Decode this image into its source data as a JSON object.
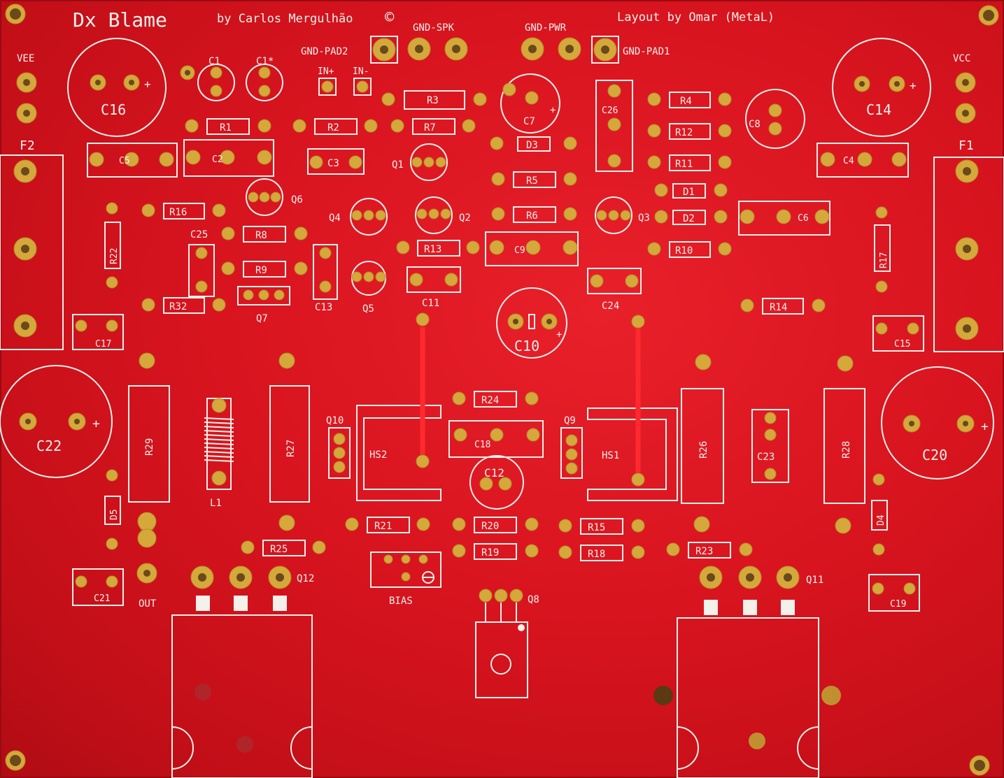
{
  "board": {
    "title": "Dx Blame",
    "author": "by Carlos Mergulhão",
    "copyright": "©",
    "layout": "Layout by Omar (MetaL)"
  },
  "colors": {
    "pcb": "#d8141f",
    "silkscreen": "#f4f0ea",
    "pad": "#d4a83a",
    "trace": "#ff2a30"
  },
  "labels": {
    "gnd_pad2": "GND-PAD2",
    "gnd_spk": "GND-SPK",
    "gnd_pwr": "GND-PWR",
    "gnd_pad1": "GND-PAD1",
    "vee": "VEE",
    "vcc": "VCC",
    "f2": "F2",
    "f1": "F1",
    "in_plus": "IN+",
    "in_minus": "IN-",
    "out": "OUT",
    "bias": "BIAS",
    "hs1": "HS1",
    "hs2": "HS2"
  },
  "caps": {
    "c1": "C1",
    "c1s": "C1*",
    "c2": "C2",
    "c3": "C3",
    "c4": "C4",
    "c5": "C5",
    "c6": "C6",
    "c7": "C7",
    "c8": "C8",
    "c9": "C9",
    "c10": "C10",
    "c11": "C11",
    "c12": "C12",
    "c13": "C13",
    "c14": "C14",
    "c15": "C15",
    "c16": "C16",
    "c17": "C17",
    "c18": "C18",
    "c19": "C19",
    "c20": "C20",
    "c21": "C21",
    "c22": "C22",
    "c23": "C23",
    "c24": "C24",
    "c25": "C25",
    "c26": "C26"
  },
  "resistors": {
    "r1": "R1",
    "r2": "R2",
    "r3": "R3",
    "r4": "R4",
    "r5": "R5",
    "r6": "R6",
    "r7": "R7",
    "r8": "R8",
    "r9": "R9",
    "r10": "R10",
    "r11": "R11",
    "r12": "R12",
    "r13": "R13",
    "r14": "R14",
    "r15": "R15",
    "r16": "R16",
    "r17": "R17",
    "r18": "R18",
    "r19": "R19",
    "r20": "R20",
    "r21": "R21",
    "r22": "R22",
    "r23": "R23",
    "r24": "R24",
    "r25": "R25",
    "r26": "R26",
    "r27": "R27",
    "r28": "R28",
    "r29": "R29",
    "r32": "R32"
  },
  "semis": {
    "q1": "Q1",
    "q2": "Q2",
    "q3": "Q3",
    "q4": "Q4",
    "q5": "Q5",
    "q6": "Q6",
    "q7": "Q7",
    "q8": "Q8",
    "q9": "Q9",
    "q10": "Q10",
    "q11": "Q11",
    "q12": "Q12",
    "d1": "D1",
    "d2": "D2",
    "d3": "D3",
    "d4": "D4",
    "d5": "D5",
    "l1": "L1"
  },
  "plus": "+"
}
